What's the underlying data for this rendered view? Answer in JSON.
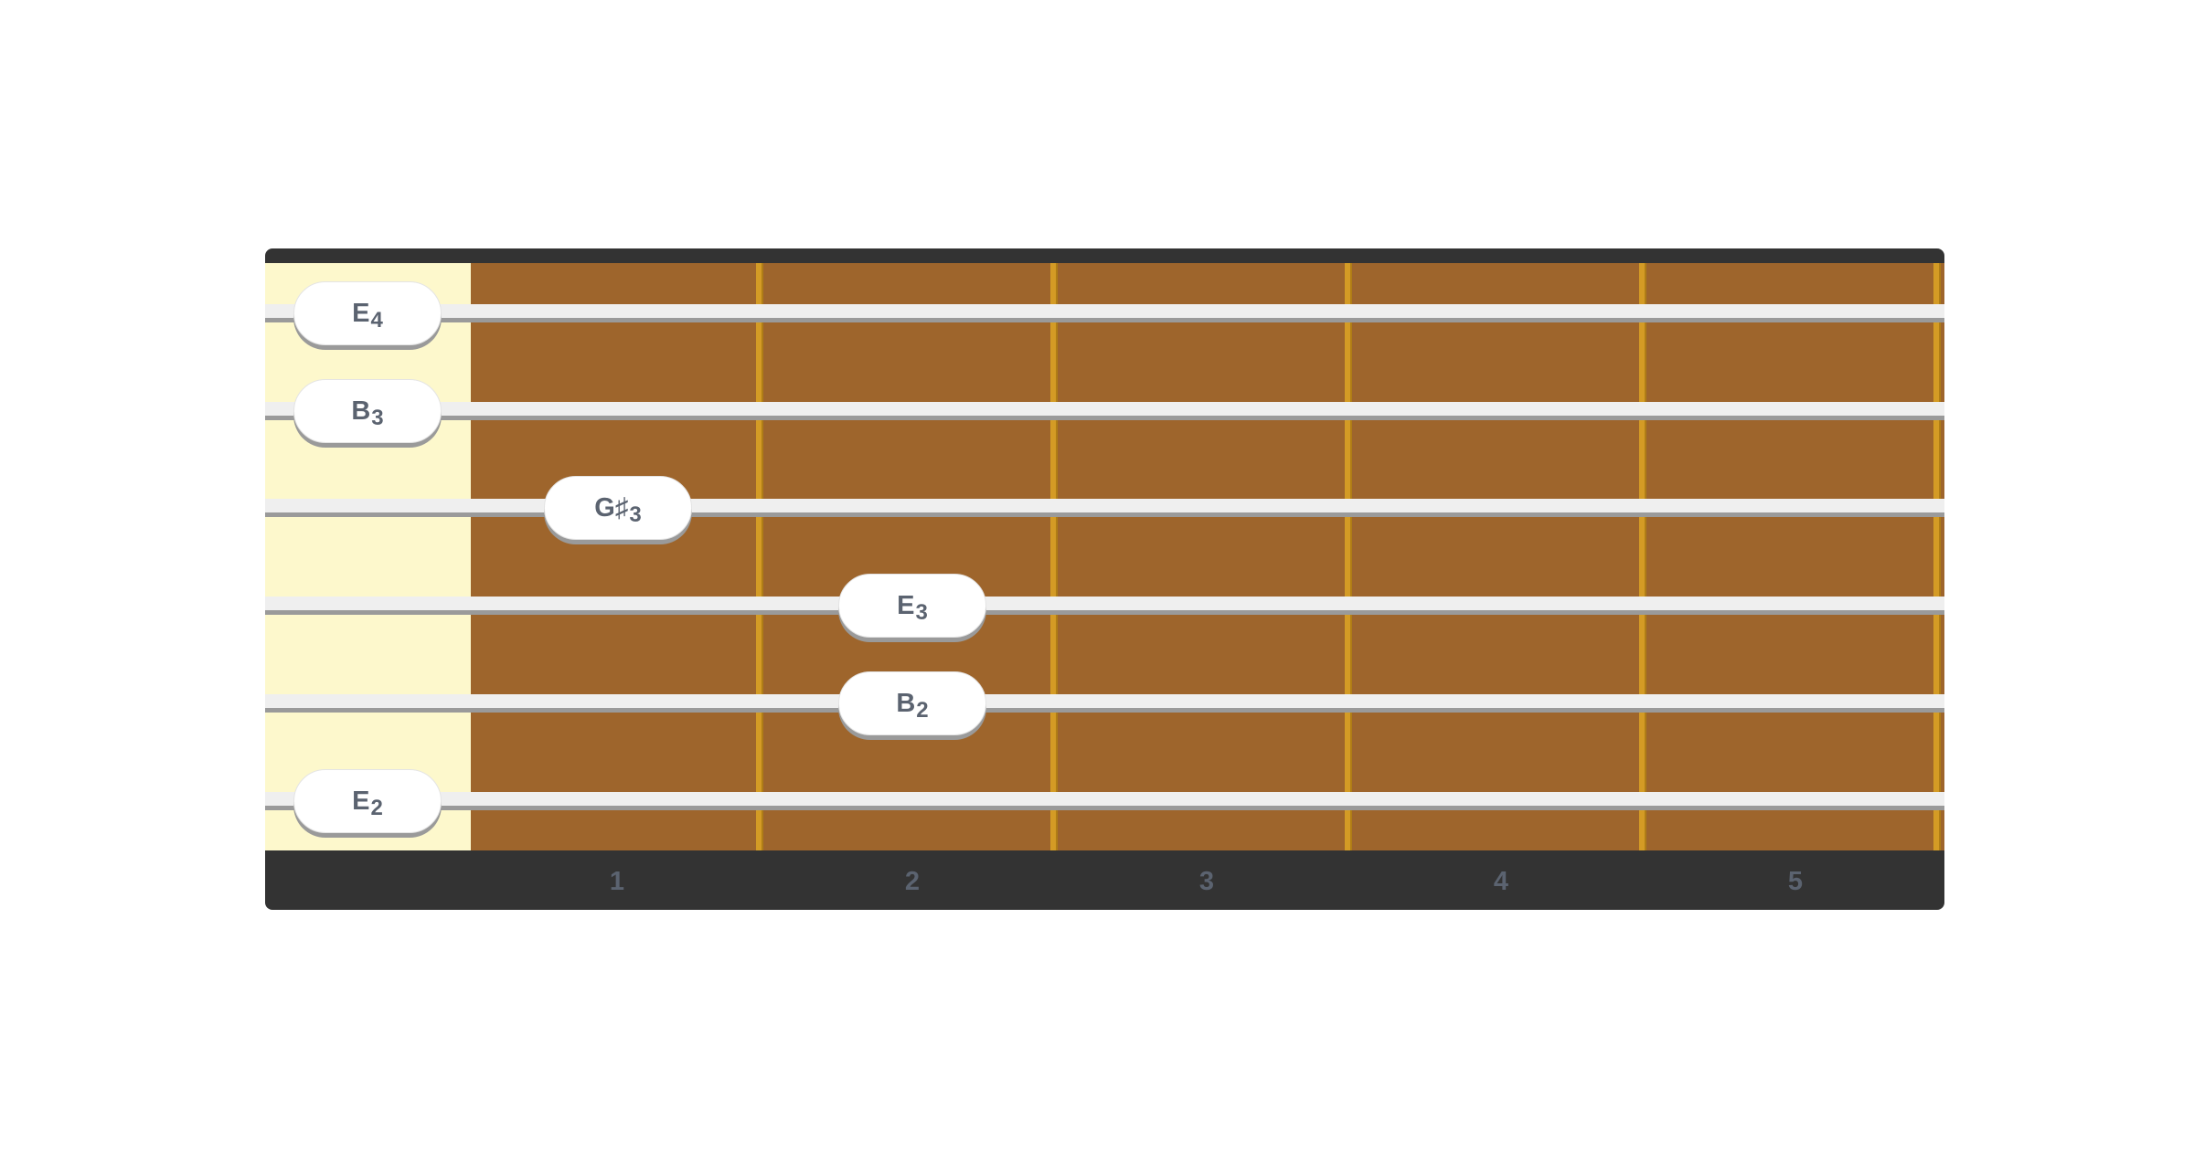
{
  "fretboard": {
    "fret_count": 5,
    "colors": {
      "frame": "#333333",
      "open_zone": "#fdf8cc",
      "wood": "#9e652c",
      "fret_wire": "#d49b25",
      "string": "#efefef",
      "note_text": "#5b6370"
    },
    "fret_numbers": [
      "1",
      "2",
      "3",
      "4",
      "5"
    ],
    "strings": [
      {
        "name": "E4",
        "note_letter": "E",
        "note_octave": "4",
        "fret": 0
      },
      {
        "name": "B3",
        "note_letter": "B",
        "note_octave": "3",
        "fret": 0
      },
      {
        "name": "G#3",
        "note_letter": "G♯",
        "note_octave": "3",
        "fret": 1
      },
      {
        "name": "E3",
        "note_letter": "E",
        "note_octave": "3",
        "fret": 2
      },
      {
        "name": "B2",
        "note_letter": "B",
        "note_octave": "2",
        "fret": 2
      },
      {
        "name": "E2",
        "note_letter": "E",
        "note_octave": "2",
        "fret": 0
      }
    ]
  }
}
